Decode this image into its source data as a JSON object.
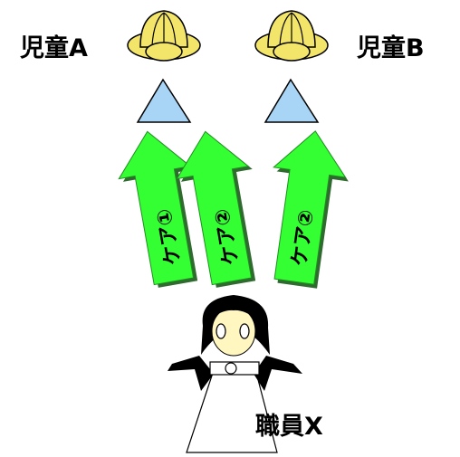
{
  "labels": {
    "child_a": "児童A",
    "child_b": "児童B",
    "staff": "職員X"
  },
  "arrows": [
    {
      "label": "ケア①"
    },
    {
      "label": "ケア②"
    },
    {
      "label": "ケア②"
    }
  ],
  "colors": {
    "arrow_fill": "#33ff33",
    "hat_fill": "#f3e56a",
    "body_fill": "#a8d4f5",
    "face_fill": "#fff6c0",
    "hair": "#000000"
  }
}
